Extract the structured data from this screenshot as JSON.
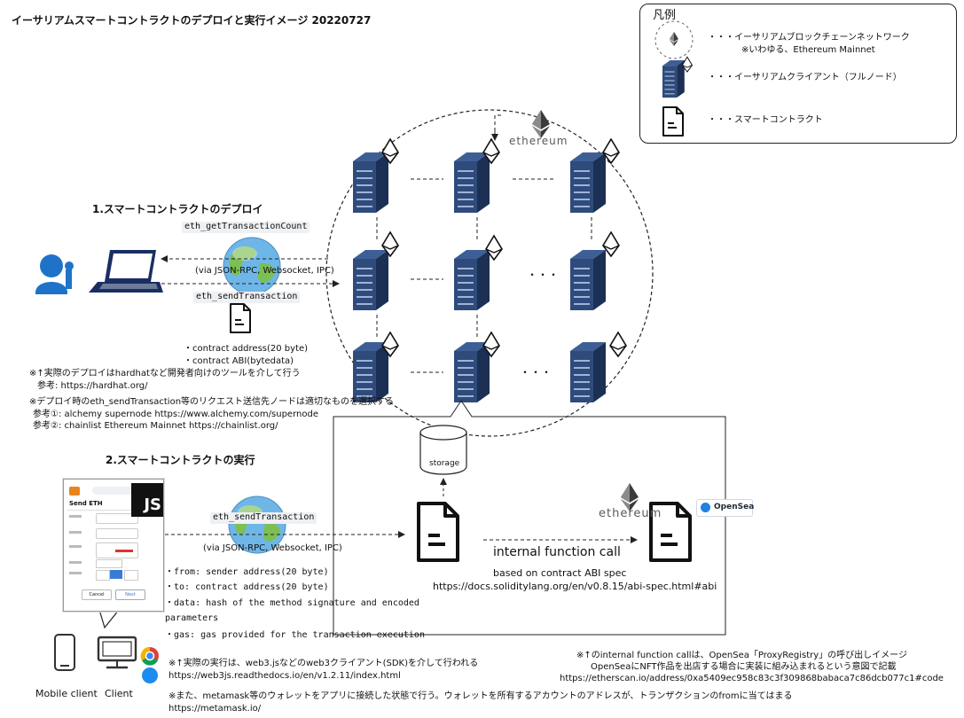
{
  "title": "イーサリアムスマートコントラクトのデプロイと実行イメージ 20220727",
  "legend": {
    "heading": "凡例",
    "network_label": "・・・イーサリアムブロックチェーンネットワーク",
    "network_note": "※いわゆる、Ethereum Mainnet",
    "client_label": "・・・イーサリアムクライアント（フルノード）",
    "contract_label": "・・・スマートコントラクト"
  },
  "ethereum_word": "ethereum",
  "section1": {
    "heading": "1.スマートコントラクトのデプロイ",
    "get_tx_count": "eth_getTransactionCount",
    "protocols": "(via  JSON-RPC, Websocket, IPC)",
    "send_tx": "eth_sendTransaction",
    "bullet_address": "・contract address(20 byte)",
    "bullet_abi": "・contract ABI(bytedata)",
    "note1_line1": "※↑実際のデプロイはhardhatなど開発者向けのツールを介して行う",
    "note1_line2": "参考: https://hardhat.org/",
    "note2_line1": "※デプロイ時のeth_sendTransaction等のリクエスト送信先ノードは適切なものを選択する",
    "note2_line2": "参考①: alchemy supernode https://www.alchemy.com/supernode",
    "note2_line3": "参考②: chainlist Ethereum Mainnet https://chainlist.org/"
  },
  "network": {
    "dots": "・・・"
  },
  "section2": {
    "heading": "2.スマートコントラクトの実行",
    "send_tx": "eth_sendTransaction",
    "protocols": "(via  JSON-RPC, Websocket, IPC)",
    "from": "・from: sender address(20 byte)",
    "to": "・to: contract address(20 byte)",
    "data": "・data: hash of the method signature and encoded",
    "data_cont": "parameters",
    "gas": "・gas: gas provided for the transaction execution",
    "storage": "storage",
    "internal_call": "internal function call",
    "abi_spec": "based on contract ABI spec",
    "abi_url": "https://docs.soliditylang.org/en/v0.8.15/abi-spec.html#abi",
    "opensea": "OpenSea",
    "note3_line1": "※↑のinternal function callは、OpenSea「ProxyRegistry」の呼び出しイメージ",
    "note3_line2": "OpenSeaにNFT作品を出店する場合に実装に組み込まれるという意図で記載",
    "note3_line3": "https://etherscan.io/address/0xa5409ec958c83c3f309868babaca7c86dcb077c1#code",
    "note4_line1": "※↑実際の実行は、web3.jsなどのweb3クライアント(SDK)を介して行われる",
    "note4_line2": "https://web3js.readthedocs.io/en/v1.2.11/index.html",
    "note5_line1": "※また、metamask等のウォレットをアプリに接続した状態で行う。ウォレットを所有するアカウントのアドレスが、トランザクションのfromに当てはまる",
    "note5_line2": "https://metamask.io/",
    "mobile_client": "Mobile client",
    "client": "Client",
    "js_badge": "JS"
  },
  "wallet": {
    "title": "Send ETH",
    "cancel": "Cancel",
    "next": "Next"
  },
  "colors": {
    "server": "#2f4b7c",
    "server_dark": "#1f3560",
    "person": "#1e73c9",
    "globe_land": "#7cbf54",
    "globe_sea": "#6fb6e8"
  }
}
